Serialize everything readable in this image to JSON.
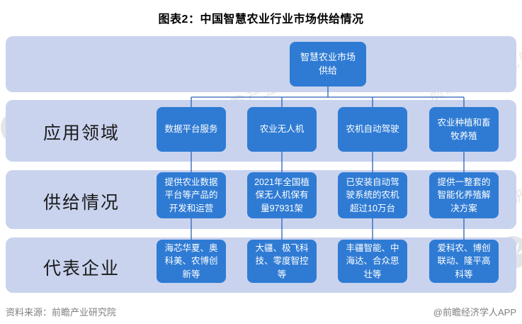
{
  "title": "图表2：中国智慧农业行业市场供给情况",
  "root_node": {
    "label": "智慧农业市场\n供给"
  },
  "row_labels": {
    "application": "应用领域",
    "supply": "供给情况",
    "companies": "代表企业"
  },
  "columns": [
    {
      "application": "数据平台服务",
      "supply": "提供农业数据平台等产品的开发和运营",
      "companies": "海芯华夏、奥科美、农博创新等"
    },
    {
      "application": "农业无人机",
      "supply": "2021年全国植保无人机保有量97931架",
      "companies": "大疆、极飞科技、零度智控等"
    },
    {
      "application": "农机自动驾驶",
      "supply": "已安装自动驾驶系统的农机超过10万台",
      "companies": "丰疆智能、中海达、合众思壮等"
    },
    {
      "application": "农业种植和畜牧养殖",
      "supply": "提供一整套的智能化养殖解决方案",
      "companies": "爱科农、博创联动、隆平高科等"
    }
  ],
  "footer": {
    "source": "资料来源：前瞻产业研究院",
    "credit": "@前瞻经济学人APP"
  },
  "watermark": {
    "text": "前瞻产业研究院"
  },
  "colors": {
    "node_blue": "#2f7bd4",
    "band_blue": "#c9d3ee",
    "connector_blue": "#2a62b8"
  }
}
